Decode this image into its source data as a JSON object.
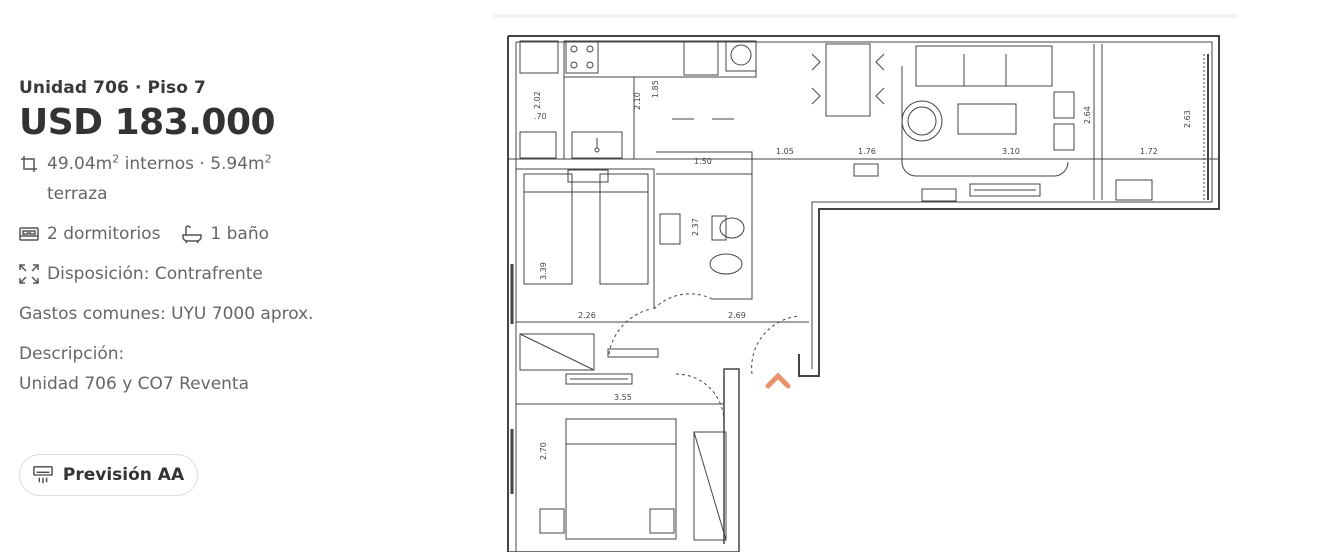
{
  "listing": {
    "unit_floor": "Unidad 706 · Piso 7",
    "price": "USD 183.000",
    "area_internal": "49.04m",
    "area_internal_sup": "2",
    "area_internal_suffix": " internos · 5.94m",
    "area_terrace_sup": "2",
    "area_terrace_suffix": "terraza",
    "bedrooms": "2 dormitorios",
    "bathrooms": "1 baño",
    "layout": "Disposición: Contrafrente",
    "fees": "Gastos comunes: UYU 7000 aprox.",
    "description_label": "Descripción:",
    "description": "Unidad 706 y CO7 Reventa",
    "button_label": "Previsión AA"
  },
  "icons": {
    "area": "crop-icon",
    "bed": "bed-icon",
    "bath": "bathtub-icon",
    "layout": "expand-icon",
    "ac": "air-conditioner-icon",
    "arrow": "chevron-up-icon"
  },
  "colors": {
    "accent": "#e8936b",
    "text_dark": "#333333",
    "text_muted": "#666666",
    "plan_line": "#444444"
  },
  "floorplan": {
    "dims": [
      "2.02",
      ".70",
      "2.10",
      "1.85",
      "1.50",
      "2.37",
      "1.05",
      "1.76",
      "3.10",
      "2.64",
      "2.63",
      "1.72",
      "3.39",
      "2.26",
      "2.69",
      "3.55",
      "2.70"
    ]
  }
}
